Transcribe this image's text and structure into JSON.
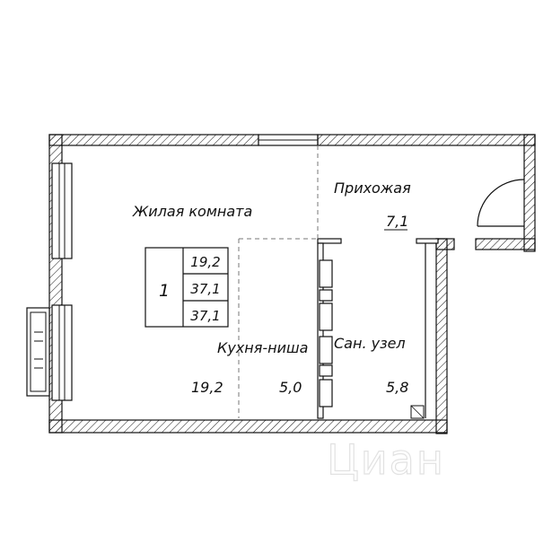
{
  "rooms": {
    "living": {
      "name": "Жилая комната",
      "area": "19,2"
    },
    "hall": {
      "name": "Прихожая",
      "area": "7,1"
    },
    "kitchen": {
      "name": "Кухня-ниша",
      "area": "5,0"
    },
    "bath": {
      "name": "Сан. узел",
      "area": "5,8"
    }
  },
  "summary": {
    "rooms_count": "1",
    "living_area": "19,2",
    "total_area": "37,1",
    "total_area_2": "37,1"
  },
  "watermark": {
    "text": "Циан"
  },
  "colors": {
    "line": "#111111",
    "wall_fill": "#ffffff",
    "watermark": "#e2e2e2"
  }
}
